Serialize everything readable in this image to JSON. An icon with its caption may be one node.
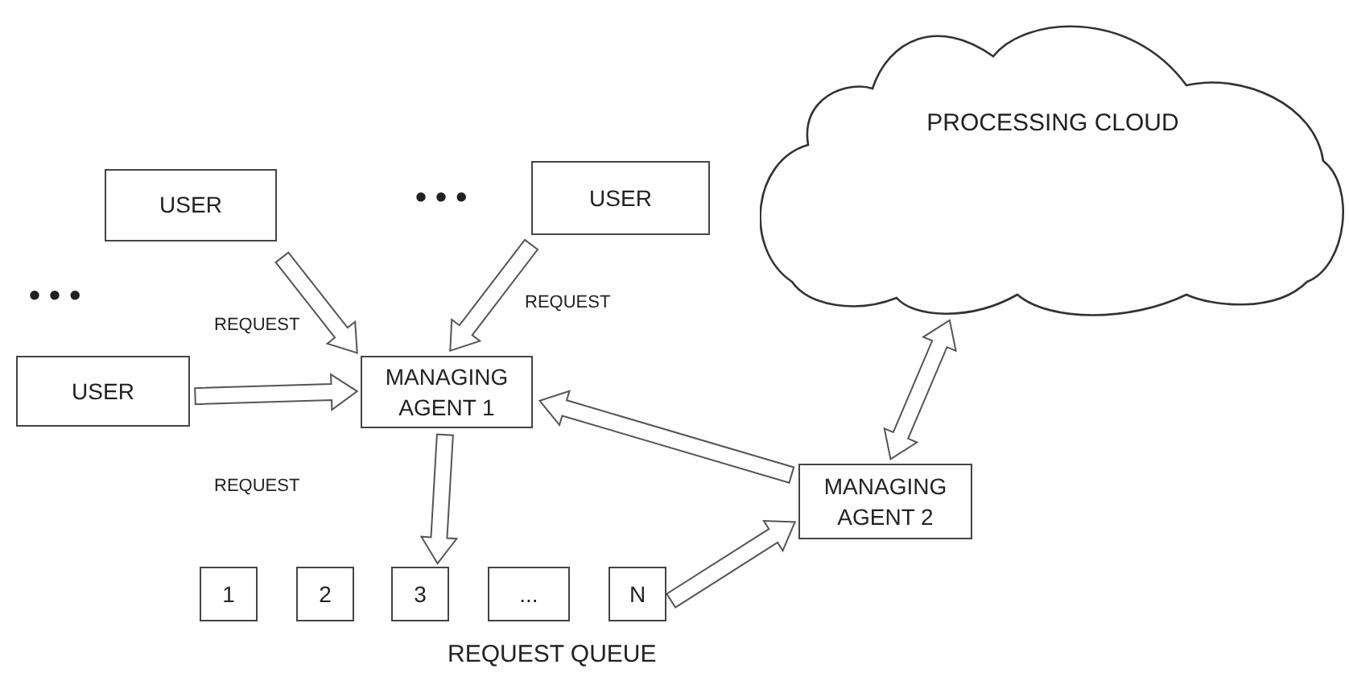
{
  "diagram": {
    "nodes": [
      {
        "text": [
          "USER"
        ]
      },
      {
        "text": [
          "USER"
        ]
      },
      {
        "text": [
          "USER"
        ]
      },
      {
        "text": [
          "MANAGING AGENT 1"
        ]
      },
      {
        "text": [
          "1"
        ]
      },
      {
        "text": [
          "2"
        ]
      },
      {
        "text": [
          "3"
        ]
      },
      {
        "text": [
          "..."
        ]
      },
      {
        "text": [
          "N"
        ]
      },
      {
        "text": [
          "MANAGING AGENT 2"
        ]
      },
      {
        "text": [
          "PROCESSING CLOUD"
        ]
      }
    ],
    "edges": [
      {
        "from": 0,
        "to": 3,
        "arrow": "to"
      },
      {
        "from": 1,
        "to": 3,
        "arrow": "to"
      },
      {
        "from": 2,
        "to": 3,
        "arrow": "to"
      },
      {
        "from": 3,
        "to": 6,
        "arrow": "to"
      },
      {
        "from": 8,
        "to": 9,
        "arrow": "to"
      },
      {
        "from": 9,
        "to": 3,
        "arrow": "to"
      },
      {
        "from": 9,
        "to": 10,
        "arrow": "both"
      }
    ],
    "labels": [
      "• • •",
      "REQUEST",
      "• • •",
      "REQUEST",
      "REQUEST",
      "REQUEST QUEUE"
    ]
  }
}
